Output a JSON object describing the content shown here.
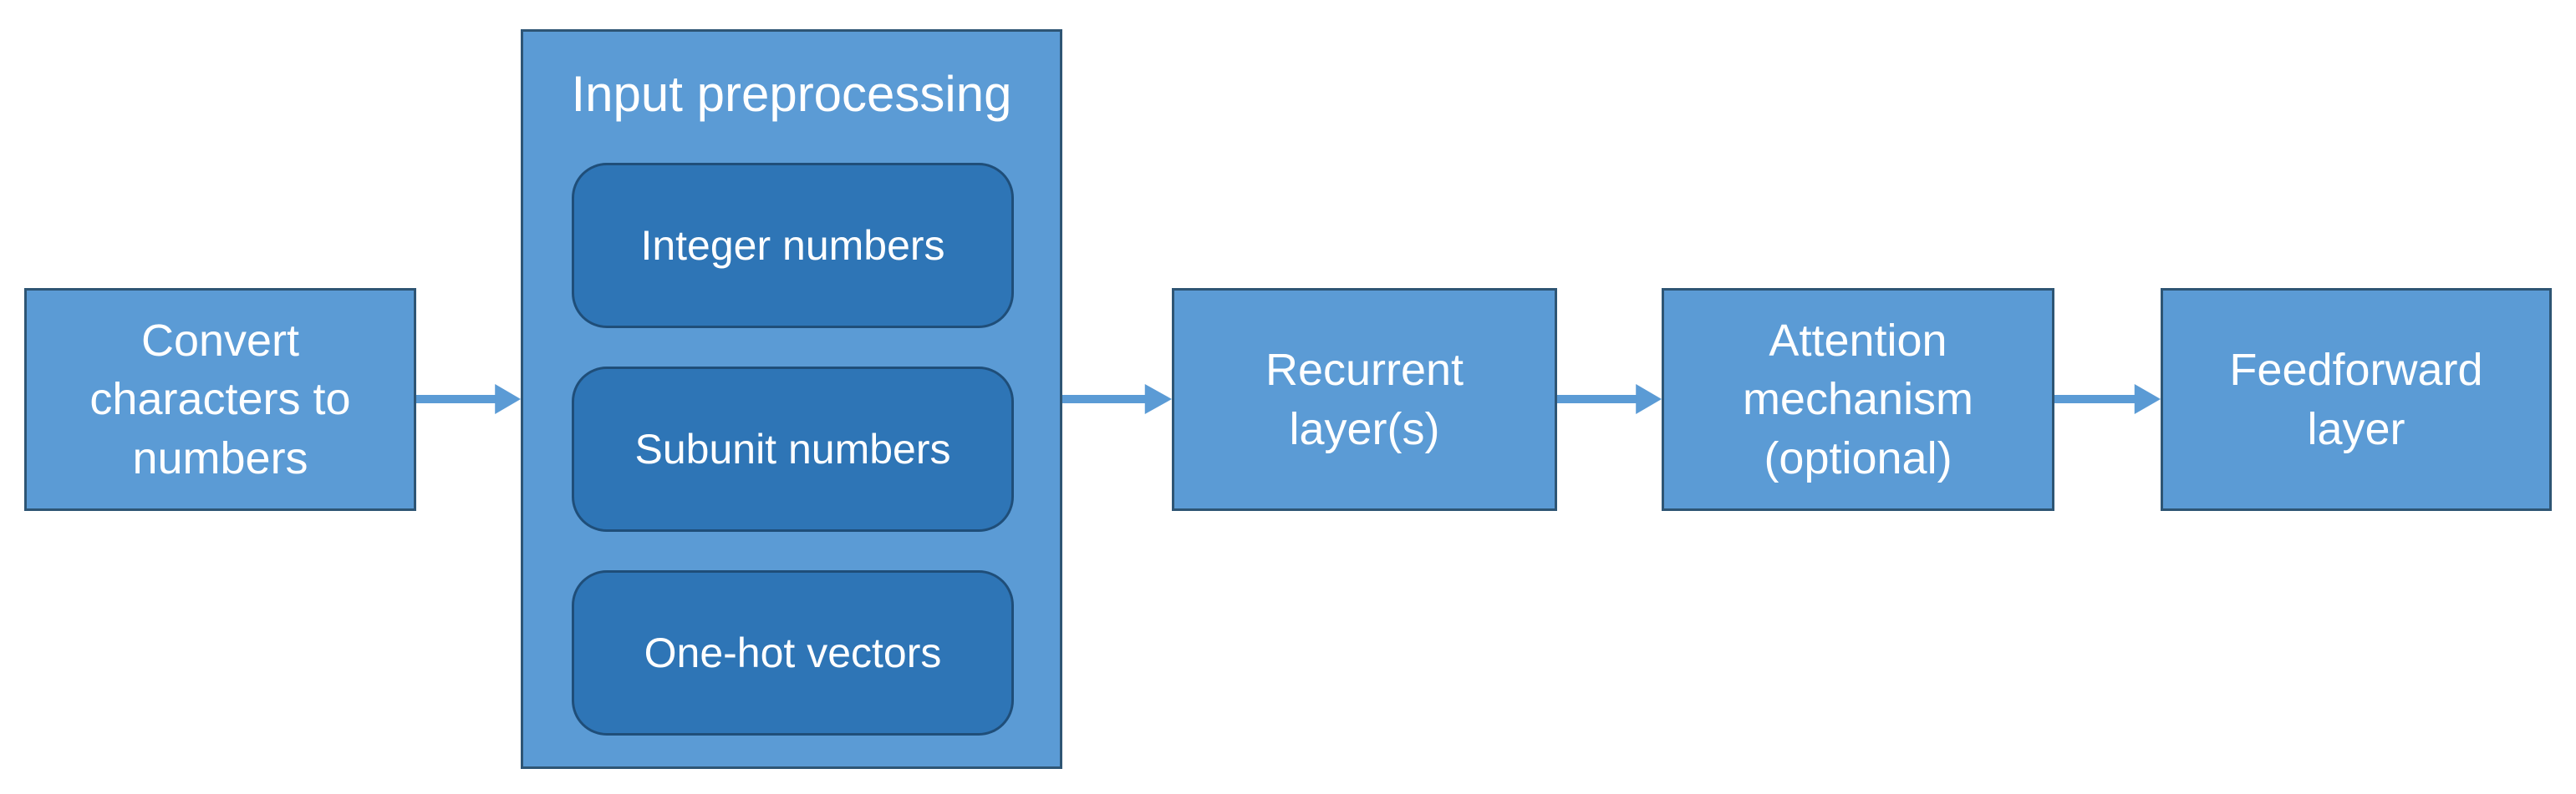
{
  "colors": {
    "background": "#ffffff",
    "node_fill": "#5B9BD5",
    "node_border": "#2E5574",
    "subnode_fill": "#2E75B6",
    "subnode_border": "#1F4E79",
    "arrow": "#5B9BD5",
    "text": "#ffffff"
  },
  "nodes": {
    "convert": {
      "label": "Convert characters to numbers"
    },
    "preprocessing": {
      "title": "Input preprocessing",
      "options": [
        {
          "label": "Integer numbers"
        },
        {
          "label": "Subunit numbers"
        },
        {
          "label": "One-hot vectors"
        }
      ]
    },
    "recurrent": {
      "label": "Recurrent layer(s)"
    },
    "attention": {
      "label": "Attention mechanism (optional)"
    },
    "feedforward": {
      "label": "Feedforward layer"
    }
  }
}
